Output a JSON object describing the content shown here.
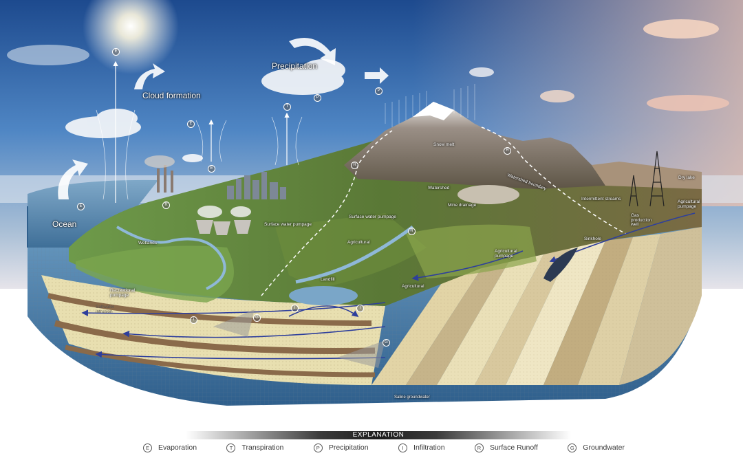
{
  "labels": {
    "cloud_formation": "Cloud formation",
    "precipitation": "Precipitation",
    "ocean": "Ocean",
    "snow_melt": "Snow melt",
    "watershed": "Watershed",
    "watershed_boundary": "Watershed boundary",
    "mine_drainage": "Mine drainage",
    "intermittent_streams": "Intermittent streams",
    "dry_lake": "Dry lake",
    "agricultural_pumpage_right": "Agricultural pumpage",
    "gas_production_well": "Gas production well",
    "surface_water_pumpage_left": "Surface water pumpage",
    "surface_water_pumpage_center": "Surface water pumpage",
    "wetlands": "Wetlands",
    "agricultural_left": "Agricultural",
    "agricultural_pumpage_center": "Agricultural pumpage",
    "sinkhole": "Sinkhole",
    "landfill": "Landfill",
    "agricultural_right": "Agricultural",
    "recreational_pumpage": "Recreational pumpage",
    "saltwater_intrusion": "Saltwater intrusion",
    "saline_groundwater": "Saline groundwater"
  },
  "legend": {
    "title": "EXPLANATION",
    "items": [
      {
        "symbol": "E",
        "label": "Evaporation"
      },
      {
        "symbol": "T",
        "label": "Transpiration"
      },
      {
        "symbol": "P",
        "label": "Precipitation"
      },
      {
        "symbol": "I",
        "label": "Infiltration"
      },
      {
        "symbol": "R",
        "label": "Surface Runoff"
      },
      {
        "symbol": "G",
        "label": "Groundwater"
      }
    ]
  },
  "colors": {
    "sky_top": "#1d4a8e",
    "sky_mid": "#4f86c4",
    "sky_horizon": "#d9c2c4",
    "ocean": "#5c8fb8",
    "land_green": "#5c7d3a",
    "sand_layer": "#e8dfb0",
    "clay_layer": "#8a6a4a",
    "groundwater": "#3f6d9c",
    "flow_arrow": "#2e3f9c"
  }
}
